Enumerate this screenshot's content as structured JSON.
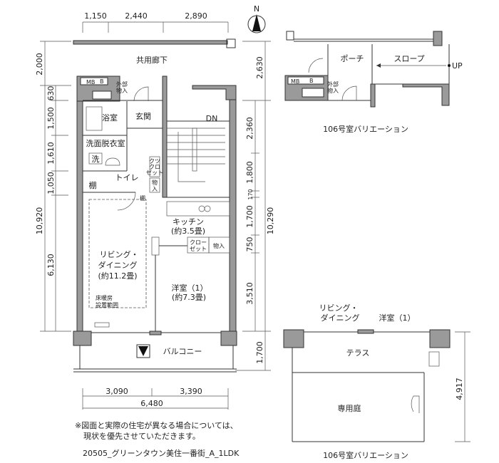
{
  "compass": {
    "label": "N"
  },
  "dimensions": {
    "top": [
      "1,150",
      "2,440",
      "2,890"
    ],
    "left_outer": [
      "2,000",
      "10,920"
    ],
    "left_inner": [
      "630",
      "1,500",
      "1,610",
      "1,050",
      "6,130"
    ],
    "right_outer": [
      "2,630",
      "10,290",
      "1,700"
    ],
    "right_inner": [
      "2,360",
      "1,800",
      "170",
      "1,700",
      "750",
      "3,510"
    ],
    "bottom": [
      "3,090",
      "3,390",
      "6,480"
    ],
    "variation_right": "4,917"
  },
  "rooms": {
    "corridor": "共用廊下",
    "mb": "MB",
    "b": "B",
    "external_storage": [
      "外部",
      "物入"
    ],
    "bath": "浴室",
    "entrance": "玄関",
    "dn": "DN",
    "washroom": "洗面脱衣室",
    "washer": "洗",
    "toilet": "トイレ",
    "shelf": "棚",
    "shelf2": "棚",
    "shoe": [
      "クツ",
      "クロ",
      "ゼット"
    ],
    "storage1": [
      "物",
      "入"
    ],
    "kitchen": "キッチン",
    "kitchen_size": "(約3.5畳)",
    "closet": [
      "クロー",
      "ゼット"
    ],
    "storage2": "物入",
    "living": [
      "リビング・",
      "ダイニング",
      "(約11.2畳)"
    ],
    "floor_heating": [
      "床暖房",
      "設置範囲"
    ],
    "western": "洋室（1）",
    "western_size": "(約7.3畳)",
    "balcony": "バルコニー"
  },
  "variation_top": {
    "porch": "ポーチ",
    "slope": "スロープ",
    "up": "UP",
    "mb": "MB",
    "b": "B",
    "external_storage": [
      "外部",
      "物入"
    ],
    "caption": "106号室バリエーション"
  },
  "variation_bottom": {
    "living": [
      "リビング・",
      "ダイニング"
    ],
    "western": "洋室（1）",
    "terrace": "テラス",
    "garden": "専用庭",
    "caption": "106号室バリエーション"
  },
  "notes": [
    "※図面と実際の住宅が異なる場合については、",
    "現状を優先させていただきます。"
  ],
  "caption": "20505_グリーンタウン美住一番街_A_1LDK"
}
